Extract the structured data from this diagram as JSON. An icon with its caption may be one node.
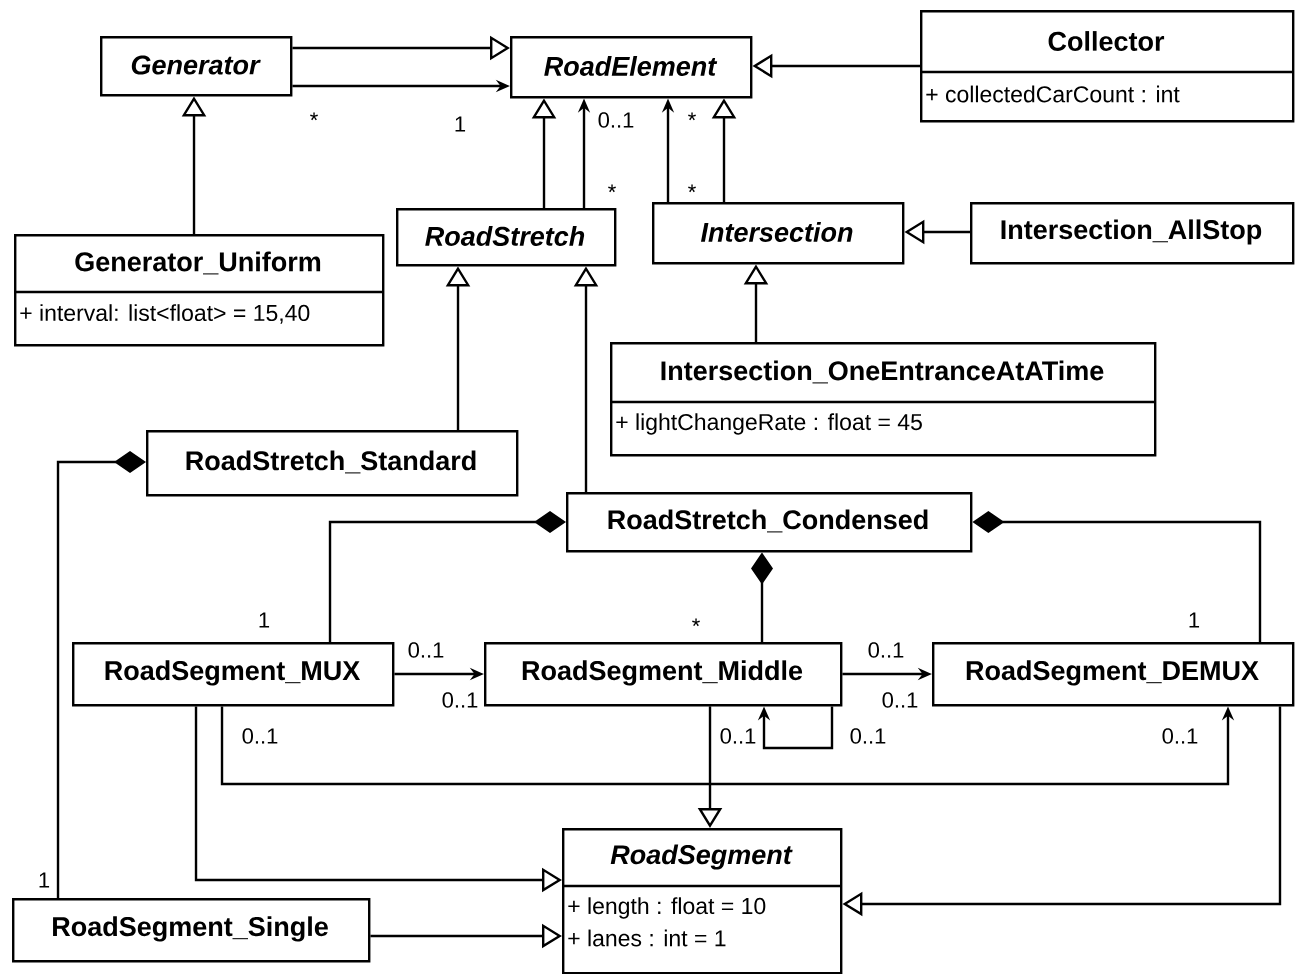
{
  "diagram": {
    "nodes": [
      {
        "text": [
          "Generator"
        ]
      },
      {
        "text": [
          "RoadElement"
        ]
      },
      {
        "text": [
          "Collector",
          "+ collectedCarCount : int"
        ]
      },
      {
        "text": [
          "RoadStretch"
        ]
      },
      {
        "text": [
          "Intersection"
        ]
      },
      {
        "text": [
          "Intersection_AllStop"
        ]
      },
      {
        "text": [
          "Generator_Uniform",
          "+ interval: list<float> = 15,40"
        ]
      },
      {
        "text": [
          "Intersection_OneEntranceAtATime",
          "+ lightChangeRate : float = 45"
        ]
      },
      {
        "text": [
          "RoadStretch_Standard"
        ]
      },
      {
        "text": [
          "RoadStretch_Condensed"
        ]
      },
      {
        "text": [
          "RoadSegment_MUX"
        ]
      },
      {
        "text": [
          "RoadSegment_Middle"
        ]
      },
      {
        "text": [
          "RoadSegment_DEMUX"
        ]
      },
      {
        "text": [
          "RoadSegment",
          "+ length : float = 10",
          "+ lanes : int = 1"
        ]
      },
      {
        "text": [
          "RoadSegment_Single"
        ]
      }
    ],
    "edges": [
      {
        "from": 0,
        "to": 1,
        "arrow": "to"
      },
      {
        "from": 0,
        "to": 1,
        "arrow": "to"
      },
      {
        "from": 3,
        "to": 1,
        "arrow": "to"
      },
      {
        "from": 3,
        "to": 1,
        "arrow": "to"
      },
      {
        "from": 4,
        "to": 1,
        "arrow": "to"
      },
      {
        "from": 4,
        "to": 1,
        "arrow": "to"
      },
      {
        "from": 2,
        "to": 1,
        "arrow": "to"
      },
      {
        "from": 6,
        "to": 0,
        "arrow": "to"
      },
      {
        "from": 5,
        "to": 4,
        "arrow": "to"
      },
      {
        "from": 7,
        "to": 4,
        "arrow": "to"
      },
      {
        "from": 8,
        "to": 3,
        "arrow": "to"
      },
      {
        "from": 9,
        "to": 3,
        "arrow": "to"
      },
      {
        "from": 14,
        "to": 8,
        "arrow": "other"
      },
      {
        "from": 10,
        "to": 9,
        "arrow": "other"
      },
      {
        "from": 11,
        "to": 9,
        "arrow": "other"
      },
      {
        "from": 12,
        "to": 9,
        "arrow": "other"
      },
      {
        "from": 10,
        "to": 11,
        "arrow": "to"
      },
      {
        "from": 11,
        "to": 12,
        "arrow": "to"
      },
      {
        "from": 11,
        "to": 11,
        "arrow": "to"
      },
      {
        "from": 10,
        "to": 12,
        "arrow": "to"
      },
      {
        "from": 11,
        "to": 13,
        "arrow": "to"
      },
      {
        "from": 10,
        "to": 13,
        "arrow": "to"
      },
      {
        "from": 14,
        "to": 13,
        "arrow": "to"
      },
      {
        "from": 12,
        "to": 13,
        "arrow": "to"
      }
    ],
    "labels": [
      "*",
      "1",
      "0..1",
      "*",
      "*",
      "*",
      "1",
      "*",
      "1",
      "0..1",
      "0..1",
      "0..1",
      "0..1",
      "0..1",
      "0..1",
      "0..1",
      "0..1",
      "1"
    ]
  }
}
